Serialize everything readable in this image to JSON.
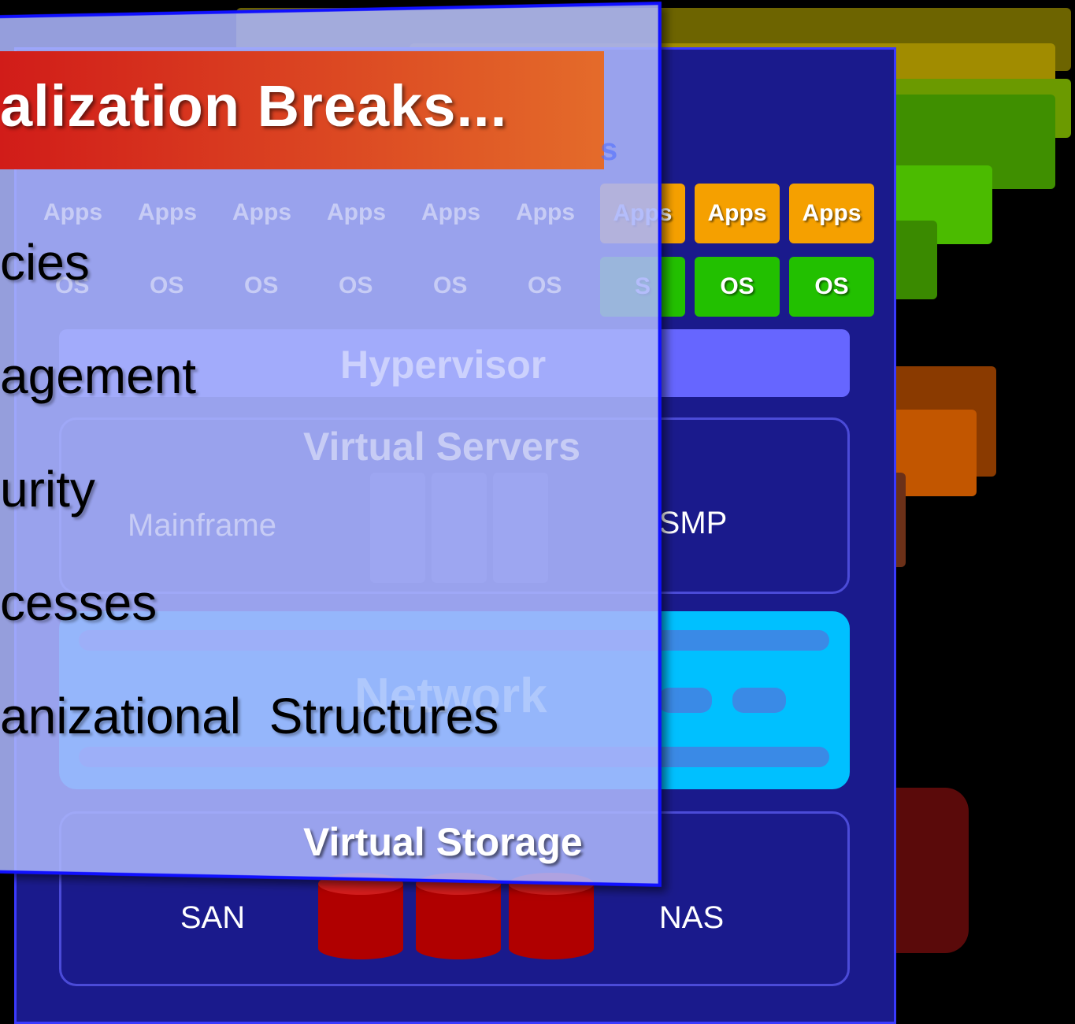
{
  "slide": {
    "title": "alization Breaks...",
    "bullets": [
      "cies",
      "agement",
      "urity",
      "cesses",
      "anizational  Structures"
    ]
  },
  "stack": {
    "apps_label": "Apps",
    "apps_partial_label": "pps",
    "apps_partial_prefix": "A",
    "os_label": "OS",
    "os_partial_label": "S",
    "hypervisor_label": "Hypervisor",
    "virtual_servers_label": "Virtual Servers",
    "mainframe_label": "Mainframe",
    "smp_label": "SMP",
    "network_label": "Network",
    "virtual_storage_label": "Virtual Storage",
    "san_label": "SAN",
    "nas_label": "NAS",
    "ghost_s": "s"
  },
  "colors": {
    "panel_bg": "#1a1a8c",
    "apps": "#f5a000",
    "os": "#22c000",
    "hypervisor": "#6666ff",
    "network": "#00c0ff",
    "storage": "#b00000",
    "title_gradient_start": "#d01818",
    "title_gradient_end": "#e46b2a"
  }
}
